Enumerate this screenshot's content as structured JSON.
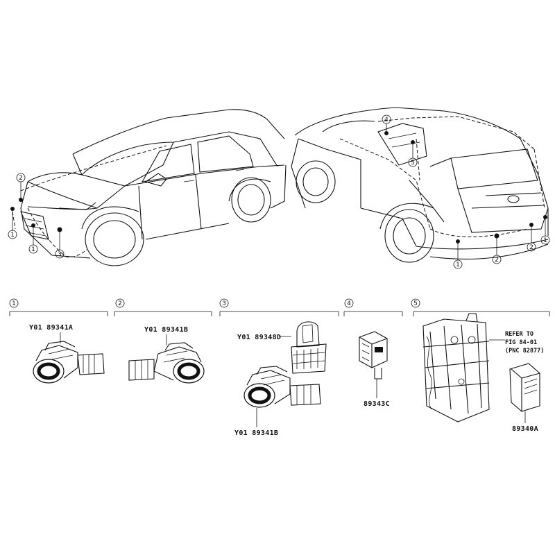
{
  "callouts": {
    "c1": "1",
    "c2": "2",
    "c3": "3",
    "c4": "4",
    "c5": "5"
  },
  "sections": [
    {
      "number": "1"
    },
    {
      "number": "2"
    },
    {
      "number": "3"
    },
    {
      "number": "4"
    },
    {
      "number": "5"
    }
  ],
  "parts": {
    "s1_sensor": "Y01 89341A",
    "s2_sensor": "Y01 89341B",
    "s3_retainer": "Y01 89348D",
    "s3_sensor": "Y01 89341B",
    "s4_buzzer": "89343C",
    "s5_ecu": "89340A"
  },
  "reference": {
    "line1": "REFER TO",
    "line2": "FIG 84-01",
    "line3": "(PNC 82877)"
  }
}
